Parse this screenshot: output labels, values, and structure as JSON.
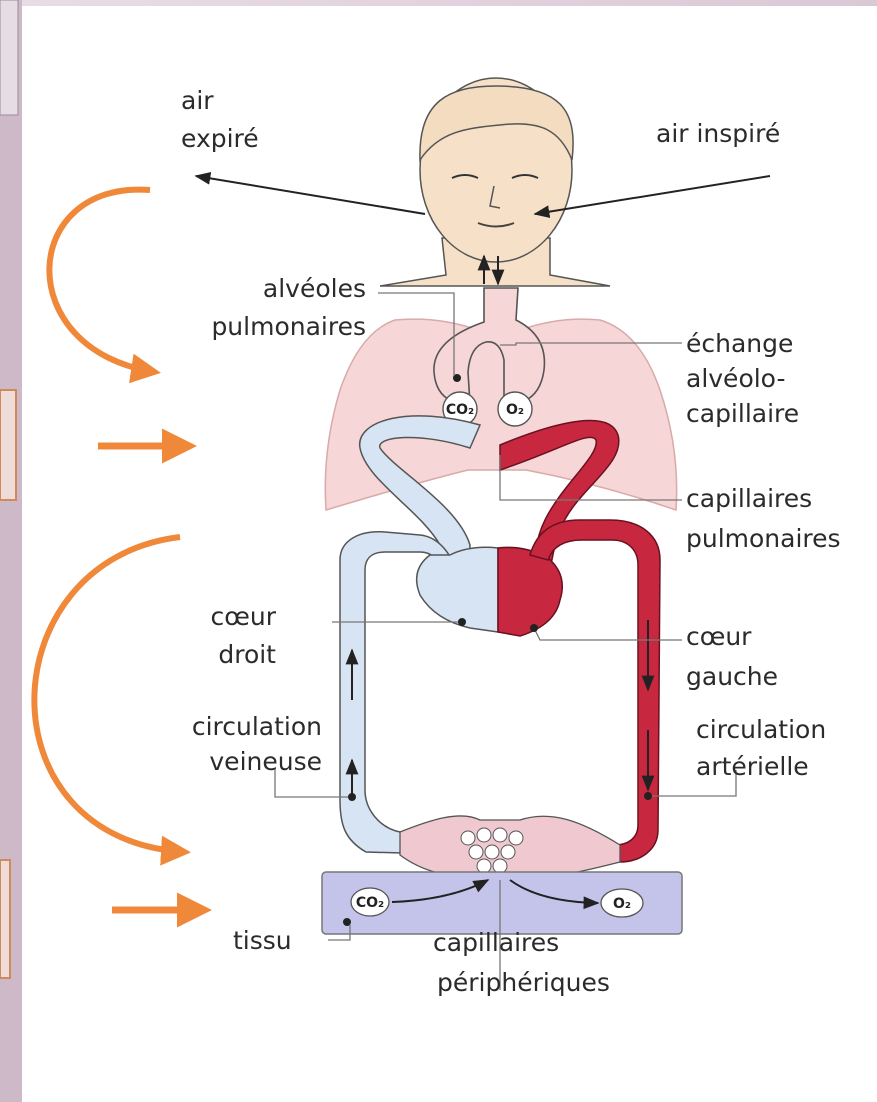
{
  "labels": {
    "air_expire": [
      "air",
      "expiré"
    ],
    "air_inspire": "air inspiré",
    "alveoles": [
      "alvéoles",
      "pulmonaires"
    ],
    "echange": [
      "échange",
      "alvéolo-",
      "capillaire"
    ],
    "capillaires_pulmonaires": [
      "capillaires",
      "pulmonaires"
    ],
    "coeur_droit": [
      "cœur",
      "droit"
    ],
    "coeur_gauche": [
      "cœur",
      "gauche"
    ],
    "circulation_veineuse": [
      "circulation",
      "veineuse"
    ],
    "circulation_arterielle": [
      "circulation",
      "artérielle"
    ],
    "tissu": "tissu",
    "capillaires_peripheriques": [
      "capillaires",
      "périphériques"
    ]
  },
  "gas": {
    "co2": "CO₂",
    "o2": "O₂"
  },
  "colors": {
    "venous": "#d6e4f3",
    "arterial": "#c8283f",
    "lung": "#f6d6d6",
    "tissue": "#c4c4ea",
    "skin": "#f6e1c8",
    "accent_arrow": "#f0883a"
  }
}
